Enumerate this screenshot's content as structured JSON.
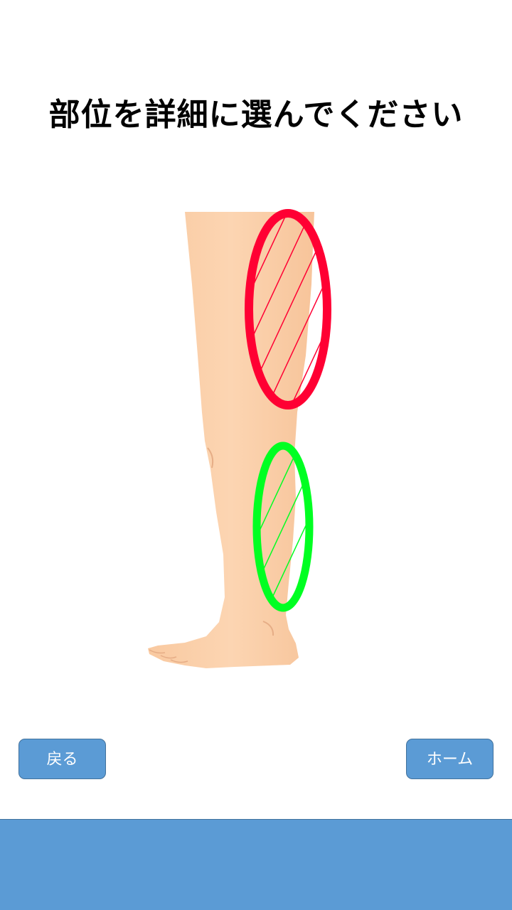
{
  "page": {
    "title": "部位を詳細に選んでください"
  },
  "buttons": {
    "back_label": "戻る",
    "home_label": "ホーム"
  },
  "regions": [
    {
      "name": "thigh-back",
      "color": "#ff0033"
    },
    {
      "name": "calf",
      "color": "#00ff22"
    }
  ],
  "colors": {
    "skin": "#fbd2ad",
    "button": "#5b9bd5",
    "footer": "#5b9bd5"
  }
}
